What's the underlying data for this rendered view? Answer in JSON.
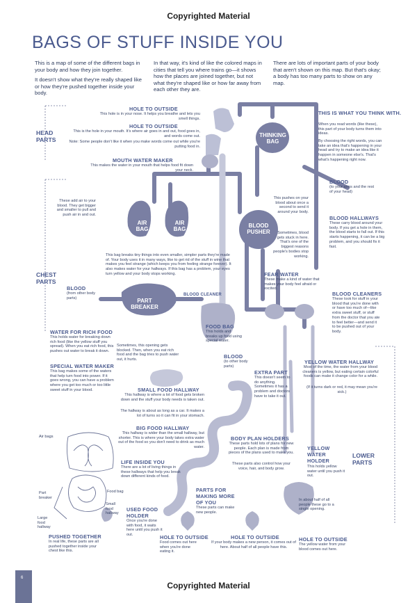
{
  "header": {
    "copyright": "Copyrighted Material"
  },
  "footer": {
    "copyright": "Copyrighted Material",
    "page_number": "6"
  },
  "title": "BAGS OF STUFF INSIDE YOU",
  "intro": {
    "col1_p1": "This is a map of some of the different bags in your body and how they join together.",
    "col1_p2": "It doesn't show what they're really shaped like or how they're pushed together inside your body.",
    "col2": "In that way, it's kind of like the colored maps in cities that tell you where trains go—it shows how the places are joined together, but not what they're shaped like or how far away from each other they are.",
    "col3": "There are lots of important parts of your body that aren't shown on this map. But that's okay; a body has too many parts to show on any map."
  },
  "sections": {
    "head": "HEAD\nPARTS",
    "chest": "CHEST\nPARTS",
    "lower": "LOWER\nPARTS"
  },
  "organs": {
    "thinking_bag": "THINKING\nBAG",
    "air_bag_1": "AIR\nBAG",
    "air_bag_2": "AIR\nBAG",
    "blood_pusher": "BLOOD\nPUSHER",
    "part_breaker": "PART\nBREAKER"
  },
  "labels": {
    "hole_nose": {
      "title": "HOLE TO OUTSIDE",
      "text": "This hole is in your nose. It helps you breathe and lets you smell things."
    },
    "hole_mouth": {
      "title": "HOLE TO OUTSIDE",
      "text": "This is the hole in your mouth. It's where air goes in and out, food goes in, and words come out.",
      "note": "Note: Some people don't like it when you make words come out while you're putting food in."
    },
    "mouth_water": {
      "title": "MOUTH WATER MAKER",
      "text": "This makes the water in your mouth that helps food fit down your neck."
    },
    "thinking": {
      "title": "THIS IS WHAT YOU THINK WITH.",
      "text": "When you read words (like these), this part of your body turns them into ideas.",
      "text2": "By choosing the right words, you can take an idea that's happening in your head and try to make an idea like it happen in someone else's. That's what's happening right now."
    },
    "blood_arms": {
      "title": "BLOOD",
      "text": "(to your arms and the rest of your head)"
    },
    "air_note": {
      "text": "These add air to your blood. They get bigger and smaller to pull and push air in and out."
    },
    "pusher_note": {
      "text": "This pushes on your blood about once a second to send it around your body.",
      "text2": "Sometimes, blood gets stuck in here. That's one of the biggest reasons people's bodies stop working."
    },
    "blood_hallways": {
      "title": "BLOOD HALLWAYS",
      "text": "These carry blood around your body. If you get a hole in them, the blood starts to fall out. If this starts happening, it can be a big problem, and you should fix it fast."
    },
    "breaker_note": {
      "text": "This bag breaks tiny things into even smaller, simpler parts they're made of. Your body uses it in many ways, like to get rid of the stuff in wine that makes you feel strange (which keeps you from feeling strange forever). It also makes water for your hallways. If this bag has a problem, your eyes turn yellow and your body stops working."
    },
    "fear_water": {
      "title": "FEAR WATER",
      "text": "These make a kind of water that makes your body feel afraid or excited."
    },
    "blood_cleaners": {
      "title": "BLOOD CLEANERS",
      "text": "These look for stuff in your blood that you're done with or have too much of—like extra sweet stuff, or stuff from the doctor that you ate to feel better—and send it to be pushed out of your body."
    },
    "blood_other": {
      "title": "BLOOD",
      "text": "(from other body parts)"
    },
    "blood_cleaner_small": {
      "title": "BLOOD CLEANER"
    },
    "water_rich": {
      "title": "WATER FOR RICH FOOD",
      "text": "This holds water for breaking down rich food (like the yellow stuff you spread). When you eat rich food, this pushes out water to break it down."
    },
    "opening_note": {
      "text": "Sometimes, this opening gets blocked. Then, when you eat rich food and the bag tries to push water out, it hurts."
    },
    "food_bag": {
      "title": "FOOD BAG",
      "text": "This holds and breaks up food using special water."
    },
    "blood_to": {
      "title": "BLOOD",
      "text": "(to other body parts)"
    },
    "special_water": {
      "title": "SPECIAL WATER MAKER",
      "text": "This bag makes some of the waters that help turn food into power. If it goes wrong, you can have a problem where you get too much or too little sweet stuff in your blood."
    },
    "extra_part": {
      "title": "EXTRA PART",
      "text": "This doesn't seem to do anything. Sometimes it has a problem and doctors have to take it out."
    },
    "yellow_hallway": {
      "title": "YELLOW WATER HALLWAY",
      "text": "Most of the time, the water from your blood cleaners is yellow, but eating certain colorful foods can make it change color for a while.",
      "note": "(If it turns dark or red, it may mean you're sick.)"
    },
    "small_food": {
      "title": "SMALL FOOD HALLWAY",
      "text": "This hallway is where a lot of food gets broken down and the stuff your body needs is taken out.",
      "text2": "The hallway is about as long as a car. It makes a lot of turns so it can fit in your stomach."
    },
    "big_food": {
      "title": "BIG FOOD HALLWAY",
      "text": "This hallway is wider than the small hallway, but shorter. This is where your body takes extra water out of the food so you don't need to drink as much water."
    },
    "body_plan": {
      "title": "BODY PLAN HOLDERS",
      "text": "These parts hold lots of plans for new people. Each plan is made from pieces of the plans used to make you.",
      "text2": "These parts also control how your voice, hair, and body grow."
    },
    "yellow_holder": {
      "title": "YELLOW\nWATER\nHOLDER",
      "text": "This holds yellow water until you push it out."
    },
    "life_inside": {
      "title": "LIFE INSIDE YOU",
      "text": "There are a lot of living things in these hallways that help you break down different kinds of food."
    },
    "making_more": {
      "title": "PARTS FOR\nMAKING MORE\nOF YOU",
      "text": "These parts can make new people."
    },
    "half_people": {
      "text": "In about half of all people these go to a single opening."
    },
    "used_food": {
      "title": "USED FOOD\nHOLDER",
      "text": "Once you're done with food, it waits here until you push it out."
    },
    "hole_food_out": {
      "title": "HOLE TO OUTSIDE",
      "text": "Food comes out here when you're done eating it."
    },
    "hole_person": {
      "title": "HOLE TO OUTSIDE",
      "text": "If your body makes a new person, it comes out of here. About half of all people have this."
    },
    "hole_yellow": {
      "title": "HOLE TO OUTSIDE",
      "text": "The yellow water from your blood comes out here."
    }
  },
  "inset": {
    "air_bags": "Air bags",
    "part_breaker": "Part\nbreaker",
    "food_bag": "Food bag",
    "small_food": "Small\nfood\nhallway",
    "large_food": "Large\nfood\nhallway",
    "title": "PUSHED TOGETHER",
    "text": "In real life, these parts are all pushed together inside your chest like this."
  },
  "colors": {
    "accent": "#4a5a8e",
    "organ": "#7a7fa3",
    "organ_light": "#aeb1c9",
    "hallway": "#c5c8da"
  }
}
